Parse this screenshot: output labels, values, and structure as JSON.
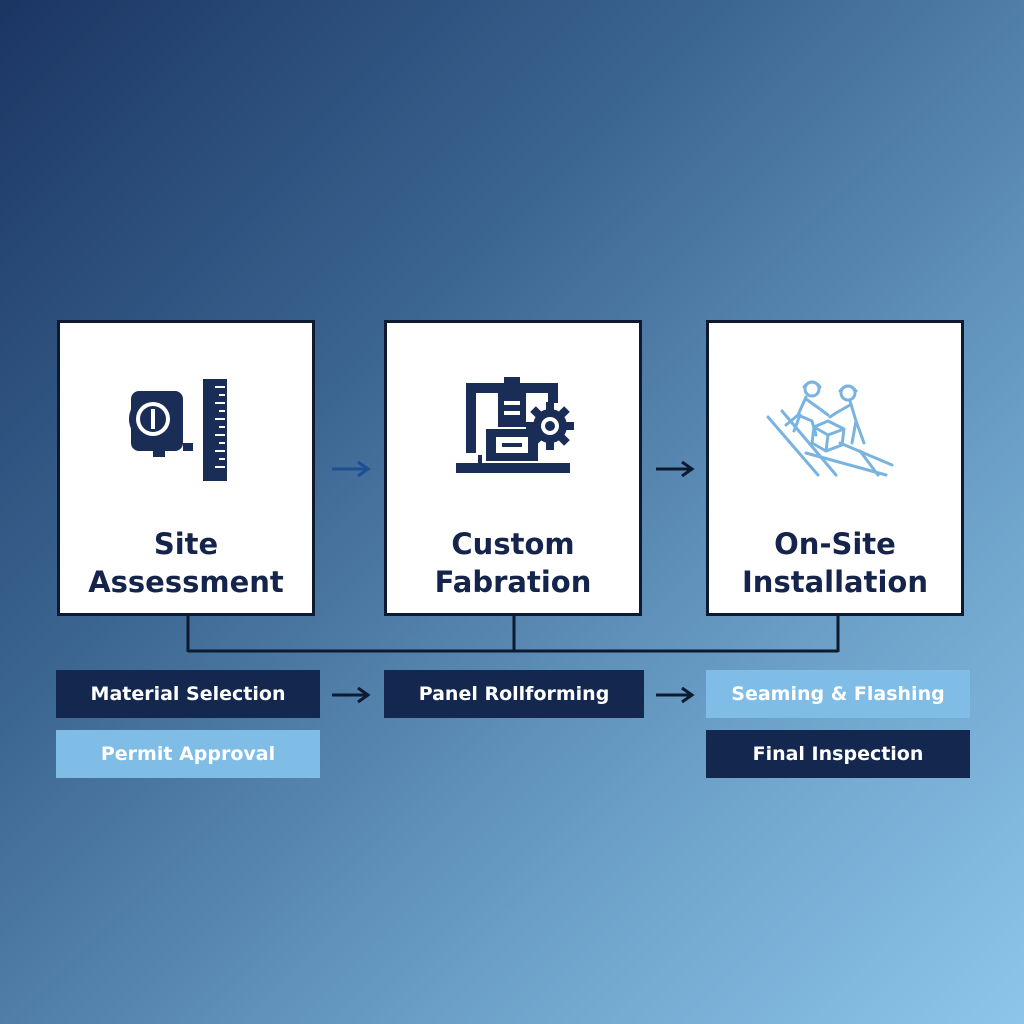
{
  "steps": [
    {
      "title_line1": "Site",
      "title_line2": "Assessment",
      "icon": "tape-measure-ruler-icon"
    },
    {
      "title_line1": "Custom",
      "title_line2": "Fabration",
      "icon": "fabrication-machine-gear-icon"
    },
    {
      "title_line1": "On-Site",
      "title_line2": "Installation",
      "icon": "roof-workers-icon"
    }
  ],
  "substeps": {
    "material_selection": "Material Selection",
    "permit_approval": "Permit Approval",
    "panel_rollforming": "Panel Rollforming",
    "seaming_flashing": "Seaming & Flashing",
    "final_inspection": "Final Inspection"
  },
  "colors": {
    "navy": "#14284f",
    "light_blue": "#7fbce6",
    "title_text": "#14244a",
    "icon_dark": "#1a2d57",
    "icon_light": "#79b4e0"
  }
}
